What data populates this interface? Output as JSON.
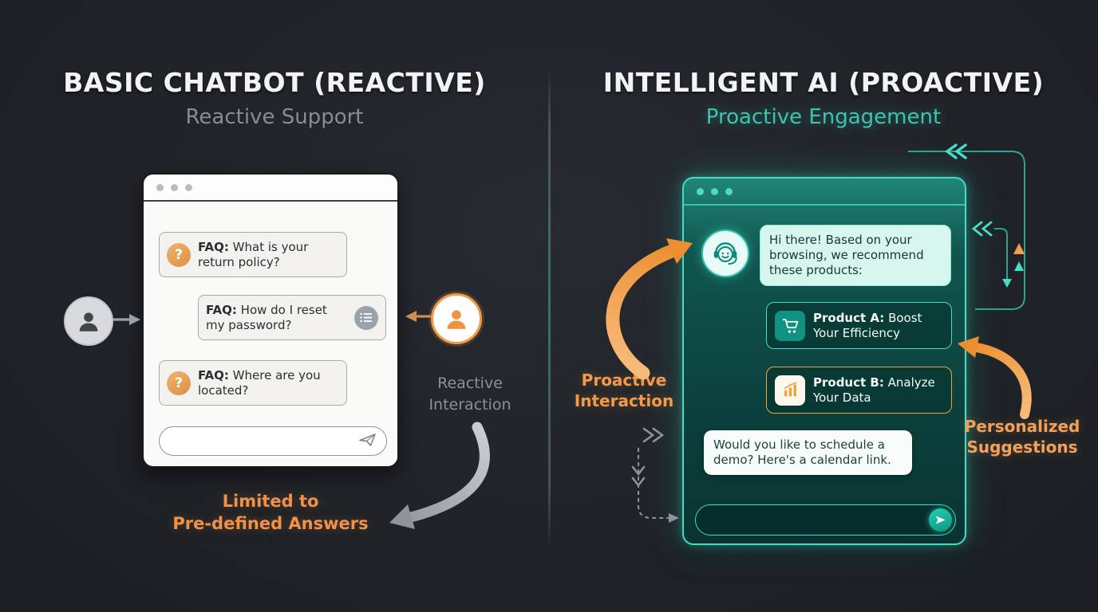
{
  "left_panel": {
    "title": "BASIC CHATBOT (REACTIVE)",
    "subtitle": "Reactive Support",
    "chat": {
      "faqs": [
        {
          "prefix": "FAQ:",
          "text": "What is your return policy?"
        },
        {
          "prefix": "FAQ:",
          "text": "How do I reset my password?"
        },
        {
          "prefix": "FAQ:",
          "text": "Where are you located?"
        }
      ],
      "input_value": ""
    },
    "labels": {
      "interaction": [
        "Reactive",
        "Interaction"
      ],
      "limitation": [
        "Limited to",
        "Pre-defined Answers"
      ]
    }
  },
  "right_panel": {
    "title": "INTELLIGENT AI (PROACTIVE)",
    "subtitle": "Proactive Engagement",
    "chat": {
      "greeting": "Hi there! Based on your browsing, we recommend these products:",
      "products": [
        {
          "prefix": "Product A:",
          "text": "Boost Your Efficiency"
        },
        {
          "prefix": "Product B:",
          "text": "Analyze Your Data"
        }
      ],
      "demo_message": "Would you like to schedule a demo? Here's a calendar link.",
      "input_value": ""
    },
    "labels": {
      "interaction": [
        "Proactive",
        "Interaction"
      ],
      "suggestions": [
        "Personalized",
        "Suggestions"
      ]
    }
  },
  "glyphs": {
    "question": "?"
  },
  "colors": {
    "background": "#212529",
    "accent_orange": "#f29a4a",
    "accent_teal": "#45dcc6",
    "muted_gray": "#8b9199"
  }
}
